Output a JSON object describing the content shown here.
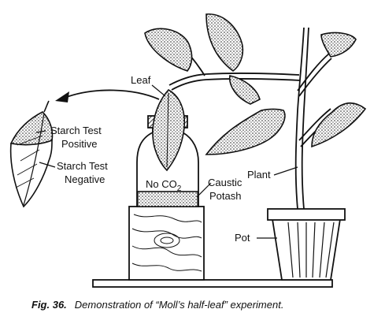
{
  "labels": {
    "leaf": "Leaf",
    "starch_positive_1": "Starch Test",
    "starch_positive_2": "Positive",
    "starch_negative_1": "Starch Test",
    "starch_negative_2": "Negative",
    "no_co2_main": "No CO",
    "no_co2_sub": "2",
    "caustic_1": "Caustic",
    "caustic_2": "Potash",
    "plant": "Plant",
    "pot": "Pot"
  },
  "caption": {
    "number": "Fig. 36.",
    "text": "Demonstration of “Moll’s half-leaf” experiment."
  }
}
